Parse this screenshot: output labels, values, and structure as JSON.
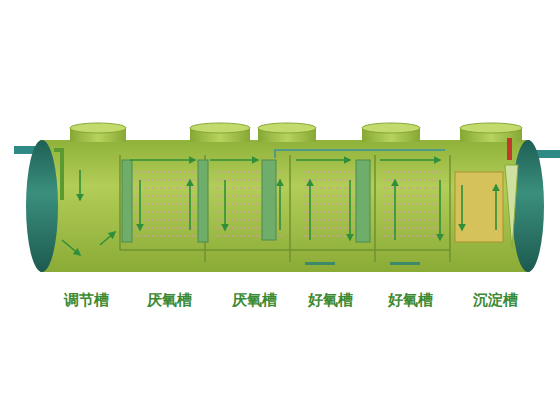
{
  "diagram": {
    "labels": [
      "调节槽",
      "厌氧槽",
      "厌氧槽",
      "好氧槽",
      "好氧槽",
      "沉淀槽"
    ]
  }
}
